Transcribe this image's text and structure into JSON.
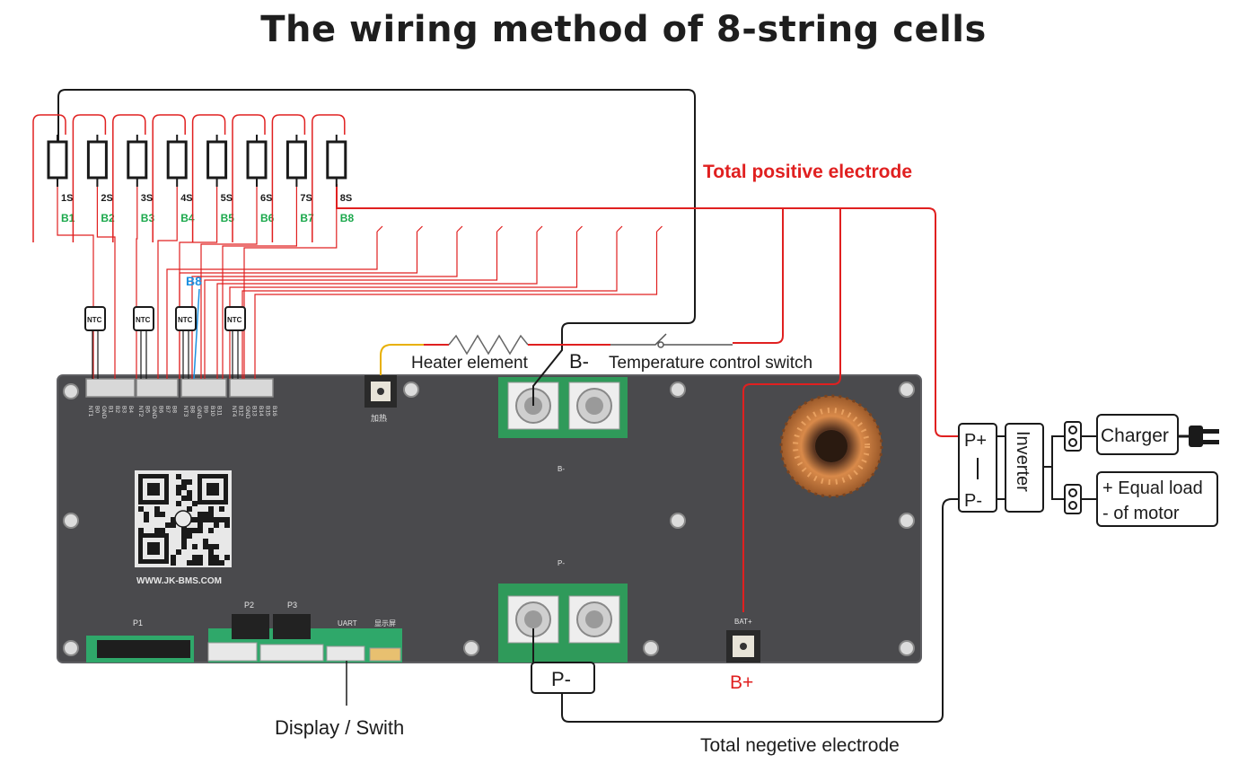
{
  "title": "The wiring method of 8-string cells",
  "colors": {
    "red_wire": "#e02020",
    "black_wire": "#1a1a1a",
    "board": "#4a4a4d",
    "green_label": "#1aa84b",
    "blue_label": "#1e90e0",
    "copper": "#c8763b"
  },
  "cells": {
    "names": [
      "1S",
      "2S",
      "3S",
      "4S",
      "5S",
      "6S",
      "7S",
      "8S"
    ],
    "balance_labels": [
      "B1",
      "B2",
      "B3",
      "B4",
      "B5",
      "B6",
      "B7",
      "B8"
    ]
  },
  "ntc_labels": [
    "NTC",
    "NTC",
    "NTC",
    "NTC"
  ],
  "blue_label": "B8",
  "labels": {
    "total_positive": "Total positive electrode",
    "total_negative": "Total negetive electrode",
    "heater": "Heater element",
    "temp_switch": "Temperature control switch",
    "b_minus": "B-",
    "p_minus": "P-",
    "b_plus": "B+",
    "display": "Display / Swith"
  },
  "board": {
    "website": "WWW.JK-BMS.COM",
    "heater_port": "加热",
    "p1": "P1",
    "p2": "P2",
    "p3": "P3",
    "uart": "UART",
    "display_port": "显示屏",
    "bat_plus": "BAT+",
    "b_minus_silk": "B-",
    "p_minus_silk": "P-",
    "connector_pins": [
      [
        "NT1",
        "B0",
        "GND",
        "B1",
        "B2",
        "B3",
        "B4"
      ],
      [
        "NT2",
        "B5",
        "GND",
        "B6",
        "B7",
        "B8"
      ],
      [
        "NT3",
        "B8",
        "GND",
        "B9",
        "B10",
        "B11"
      ],
      [
        "NT4",
        "B12",
        "GND",
        "B13",
        "B14",
        "B15",
        "B16"
      ]
    ]
  },
  "right_side": {
    "p_plus": "P+",
    "p_minus": "P-",
    "inverter": "Inverter",
    "charger": "Charger",
    "load_line1": "+ Equal load",
    "load_line2": "- of motor"
  }
}
